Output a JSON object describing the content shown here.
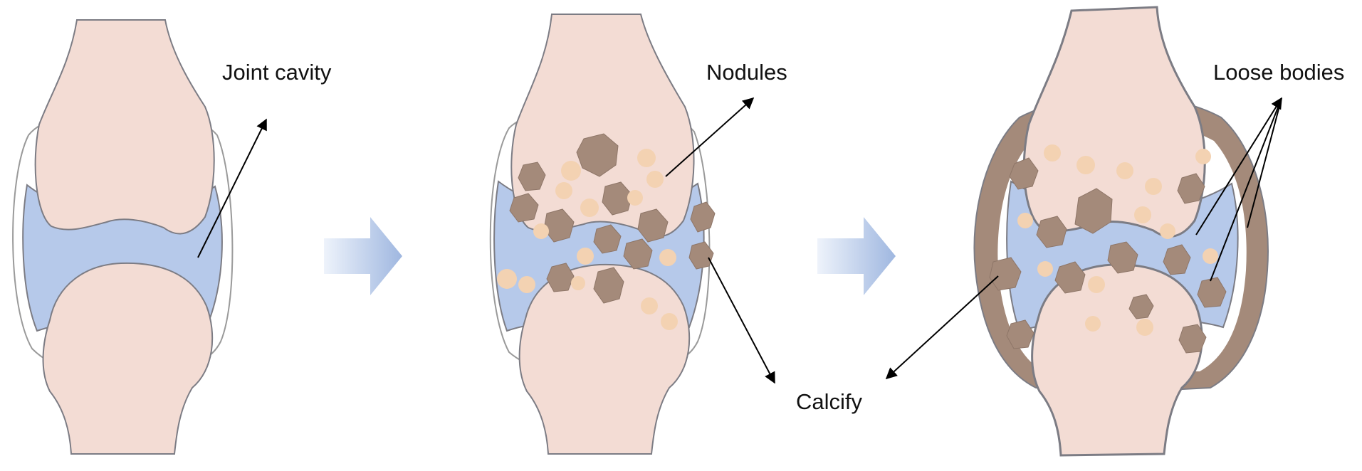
{
  "labels": {
    "joint_cavity": "Joint cavity",
    "nodules": "Nodules",
    "loose_bodies": "Loose bodies",
    "calcify": "Calcify"
  },
  "colors": {
    "bone": "#f3dcd4",
    "cartilage_gap": "#ffffff",
    "synovial_fluid": "#b6c9ea",
    "capsule_outline": "#9a9a9a",
    "outline": "#7c7c84",
    "nodule_dark": "#a48a7a",
    "nodule_light": "#f3d2b2",
    "thickened_capsule": "#a48a7a",
    "progression_arrow": "#a7bde3",
    "pointer_line": "#000000"
  }
}
